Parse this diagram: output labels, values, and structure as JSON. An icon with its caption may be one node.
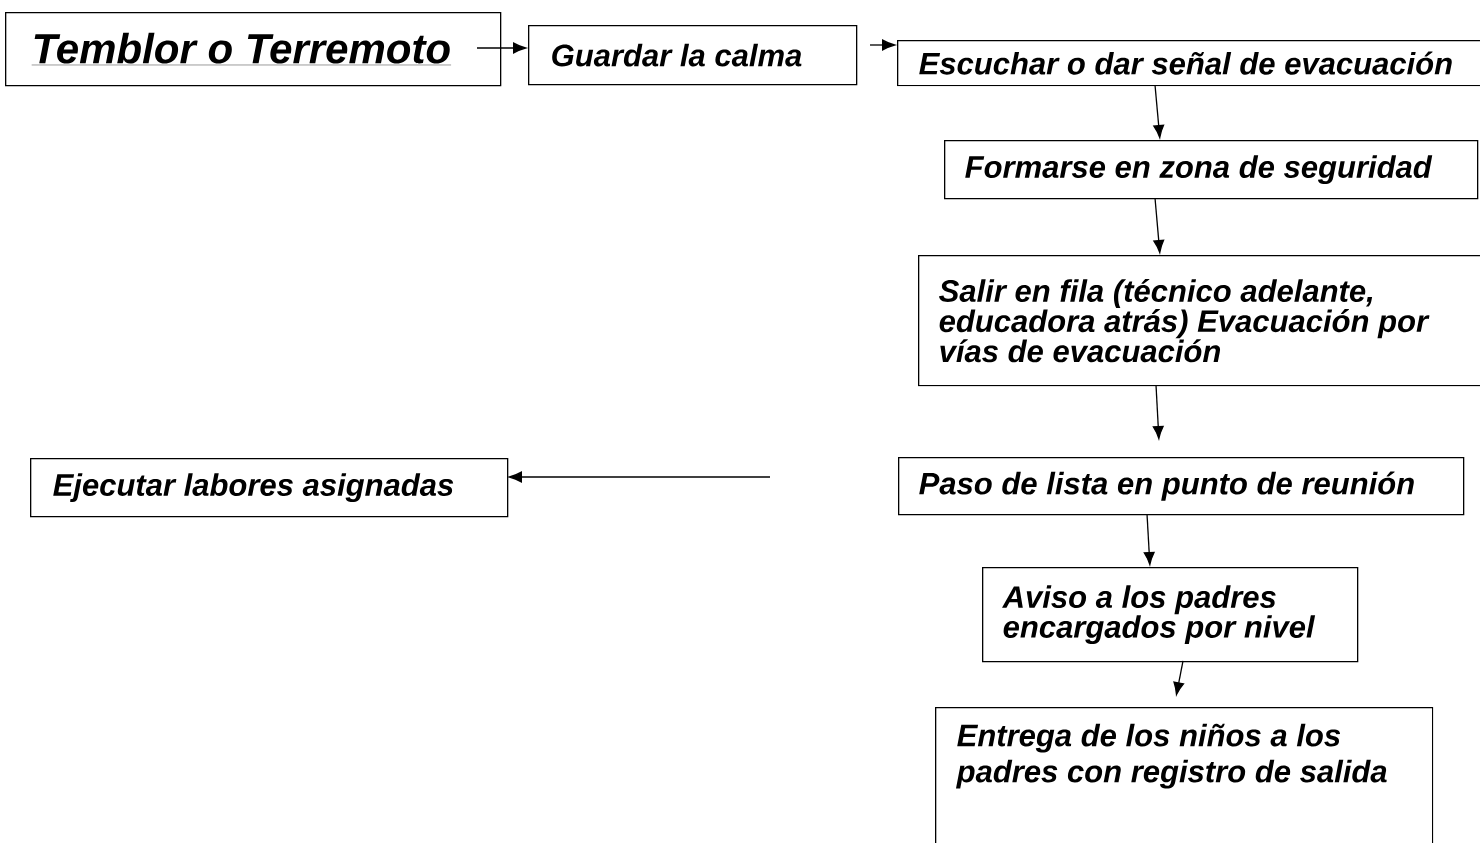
{
  "diagram": {
    "nodes": [
      {
        "text": [
          "Temblor o Terremoto"
        ]
      },
      {
        "text": [
          "Guardar la calma"
        ]
      },
      {
        "text": [
          "Escuchar o dar señal de evacuación"
        ]
      },
      {
        "text": [
          "Formarse en zona de seguridad"
        ]
      },
      {
        "text": [
          "Salir en fila (técnico adelante, educadora atrás) Evacuación por vías de evacuación"
        ]
      },
      {
        "text": [
          "Ejecutar labores asignadas"
        ]
      },
      {
        "text": [
          "Paso de lista en punto de reunión"
        ]
      },
      {
        "text": [
          "Aviso a los padres encargados por nivel"
        ]
      },
      {
        "text": [
          "Entrega de los niños a los padres con registro de salida"
        ]
      }
    ],
    "edges": [
      {
        "from": 0,
        "to": 1,
        "arrow": "to"
      },
      {
        "from": 1,
        "to": 2,
        "arrow": "to"
      },
      {
        "from": 2,
        "to": 3,
        "arrow": "to"
      },
      {
        "from": 3,
        "to": 4,
        "arrow": "to"
      },
      {
        "from": 4,
        "to": 6,
        "arrow": "to"
      },
      {
        "from": 6,
        "to": 7,
        "arrow": "to"
      },
      {
        "from": 7,
        "to": 8,
        "arrow": "to"
      },
      {
        "from": null,
        "to": 5,
        "arrow": "to"
      }
    ]
  }
}
